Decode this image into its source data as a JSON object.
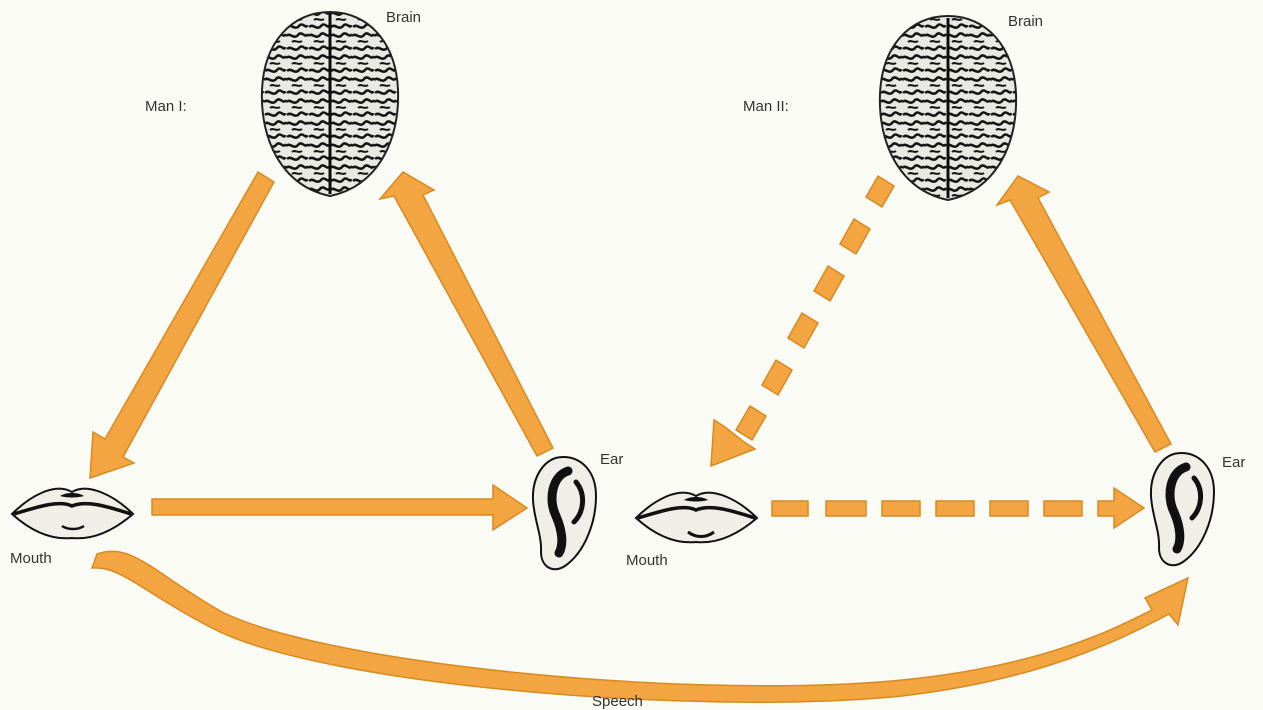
{
  "man1": {
    "title": "Man I:",
    "brain_label": "Brain",
    "mouth_label": "Mouth",
    "ear_label": "Ear"
  },
  "man2": {
    "title": "Man II:",
    "brain_label": "Brain",
    "mouth_label": "Mouth",
    "ear_label": "Ear"
  },
  "speech_label": "Speech",
  "colors": {
    "arrow_fill": "#f2a540",
    "arrow_stroke": "#d88a20",
    "background": "#fbfbf6",
    "ink": "#111111"
  }
}
